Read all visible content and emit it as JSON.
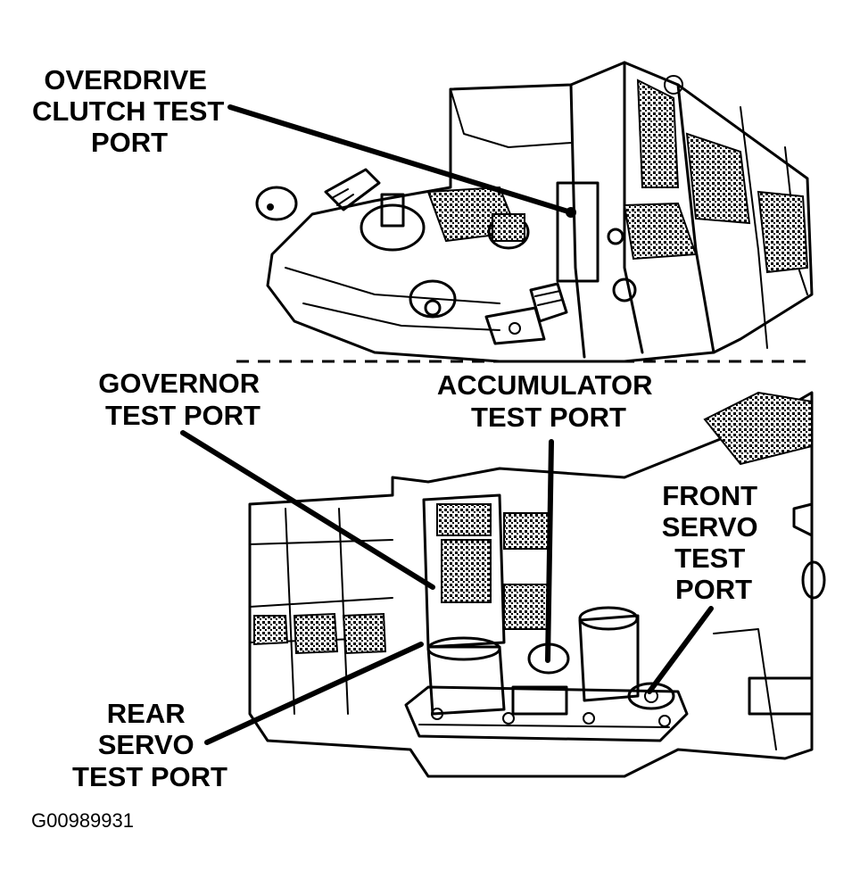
{
  "labels": {
    "overdrive": [
      "OVERDRIVE",
      "CLUTCH TEST",
      "PORT"
    ],
    "governor": [
      "GOVERNOR",
      "TEST PORT"
    ],
    "accumulator": [
      "ACCUMULATOR",
      "TEST PORT"
    ],
    "front_servo": [
      "FRONT",
      "SERVO",
      "TEST",
      "PORT"
    ],
    "rear_servo": [
      "REAR",
      "SERVO",
      "TEST PORT"
    ]
  },
  "figure_id": "G00989931"
}
